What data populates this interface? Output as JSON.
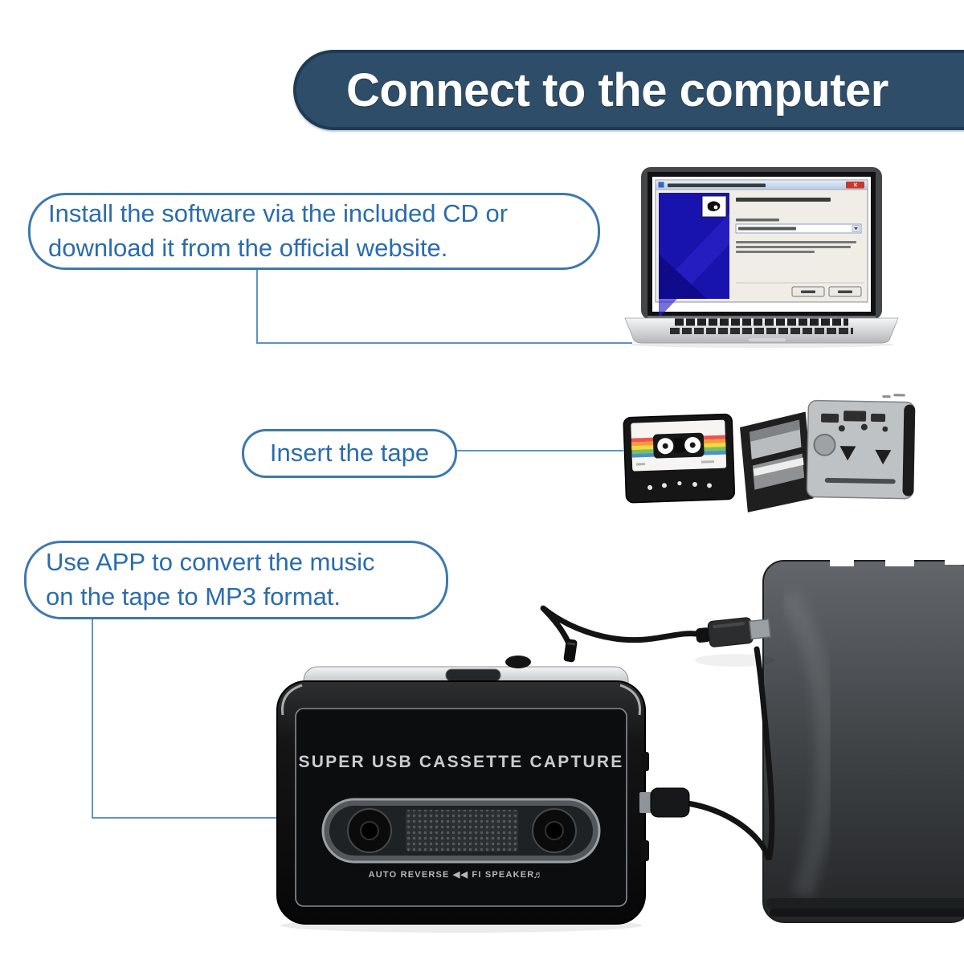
{
  "banner": {
    "title": "Connect to the computer"
  },
  "steps": [
    {
      "id": 1,
      "lines": [
        "Install the software via the included CD or",
        "download it from the official website."
      ]
    },
    {
      "id": 2,
      "lines": [
        "Insert the tape"
      ]
    },
    {
      "id": 3,
      "lines": [
        "Use APP to convert the music",
        "on the tape to MP3 format."
      ]
    }
  ],
  "device": {
    "title": "SUPER USB CASSETTE CAPTURE",
    "subtitle": "AUTO REVERSE ◀◀  FI  SPEAKER",
    "subtitle_icon": "♬"
  },
  "colors": {
    "banner_bg": "#2e4d68",
    "banner_border": "#1d3b55",
    "banner_text": "#ffffff",
    "bubble_border": "#3d78b1",
    "bubble_text": "#2a6cae",
    "connector": "#5f92c8",
    "device_body": "#0b0b0b",
    "device_text": "#c9cdd0",
    "cassette_rainbow": [
      "#ef5350",
      "#f59a3e",
      "#f4d93c",
      "#7dbf55",
      "#4a90d2"
    ]
  }
}
